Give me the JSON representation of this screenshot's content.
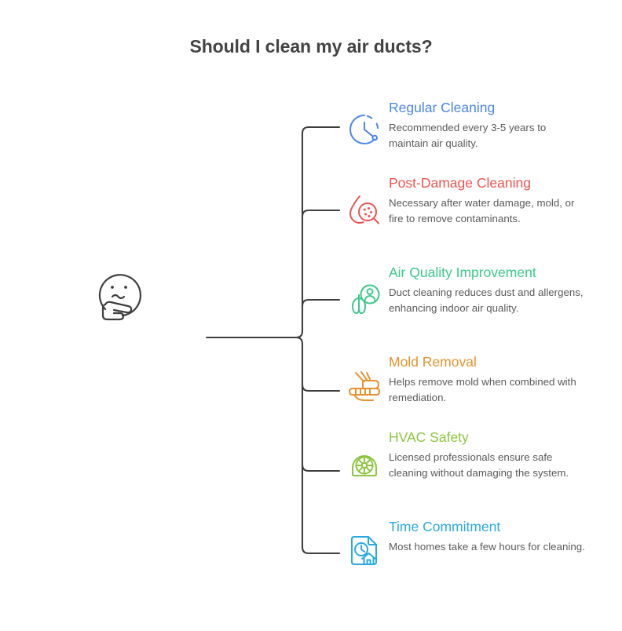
{
  "page": {
    "title": "Should I clean my air ducts?",
    "background_color": "#ffffff",
    "title_color": "#434343",
    "connector_color": "#3f3f3f",
    "body_text_color": "#5a5a5a"
  },
  "illustration": {
    "name": "thinking-face",
    "stroke_color": "#3f3f3f"
  },
  "branches": [
    {
      "heading": "Regular Cleaning",
      "description": "Recommended every 3-5 years to maintain air quality.",
      "color": "#4a86e8",
      "icon": "clock-dashed-icon"
    },
    {
      "heading": "Post-Damage Cleaning",
      "description": "Necessary after water damage, mold, or fire to remove contaminants.",
      "color": "#ef5350",
      "icon": "water-droplet-magnifier-icon"
    },
    {
      "heading": "Air Quality Improvement",
      "description": "Duct cleaning reduces dust and allergens, enhancing indoor air quality.",
      "color": "#3cc98a",
      "icon": "lungs-badge-icon"
    },
    {
      "heading": "Mold Removal",
      "description": "Helps remove mold when combined with remediation.",
      "color": "#e8922f",
      "icon": "scrub-brush-icon"
    },
    {
      "heading": "HVAC Safety",
      "description": "Licensed professionals ensure safe cleaning without damaging the system.",
      "color": "#8cc63f",
      "icon": "blower-fan-icon"
    },
    {
      "heading": "Time Commitment",
      "description": "Most homes take a few hours for cleaning.",
      "color": "#29abe2",
      "icon": "document-clock-house-icon"
    }
  ]
}
